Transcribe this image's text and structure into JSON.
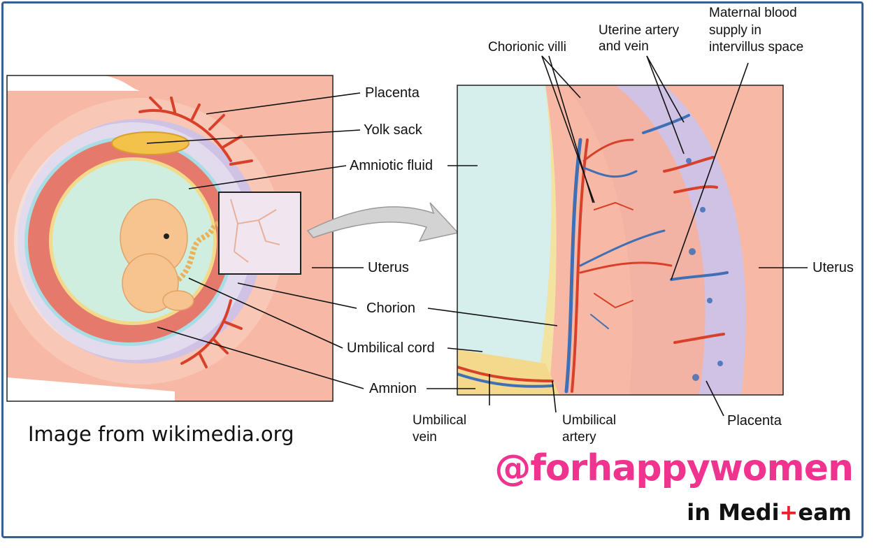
{
  "labels": {
    "placenta": "Placenta",
    "yolk_sack": "Yolk sack",
    "amniotic_fluid": "Amniotic fluid",
    "uterus_left": "Uterus",
    "chorion": "Chorion",
    "umbilical_cord": "Umbilical cord",
    "amnion": "Amnion",
    "chorionic_villi": "Chorionic villi",
    "uterine_artery_and_vein": [
      "Uterine artery",
      "and vein"
    ],
    "maternal_blood_supply": [
      "Maternal blood",
      "supply in",
      "intervillus space"
    ],
    "uterus_right": "Uterus",
    "umbilical_vein": [
      "Umbilical",
      "vein"
    ],
    "umbilical_artery": [
      "Umbilical",
      "artery"
    ],
    "placenta_right": "Placenta"
  },
  "credit": "Image from wikimedia.org",
  "handle": "@forhappywomen",
  "brand": {
    "prefix": "in Medi",
    "cross": "+",
    "suffix": "eam"
  },
  "colors": {
    "frame": "#3b5f8d",
    "handle": "#f0338e",
    "cross": "#e8232b",
    "artery": "#d9402a",
    "vein": "#3f6fb5",
    "uterus": "#f6b8a6",
    "placenta_purple": "#c9bfe3",
    "amniotic": "#cdeee0",
    "fetus": "#f7c48f"
  }
}
